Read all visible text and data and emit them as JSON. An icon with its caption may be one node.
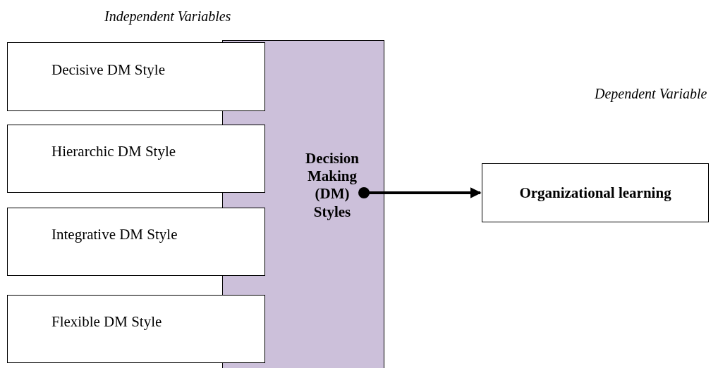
{
  "diagram": {
    "nodes": [
      {
        "text": [
          "Decision Making (DM) Styles"
        ]
      },
      {
        "text": [
          "Decisive DM Style"
        ]
      },
      {
        "text": [
          "Hierarchic DM Style"
        ]
      },
      {
        "text": [
          "Integrative DM Style"
        ]
      },
      {
        "text": [
          "Flexible DM Style"
        ]
      },
      {
        "text": [
          "Organizational learning"
        ]
      }
    ],
    "edges": [
      {
        "from": 0,
        "to": 5,
        "arrow": "to"
      }
    ],
    "labels": [
      "Independent Variables",
      "Dependent Variable"
    ]
  }
}
